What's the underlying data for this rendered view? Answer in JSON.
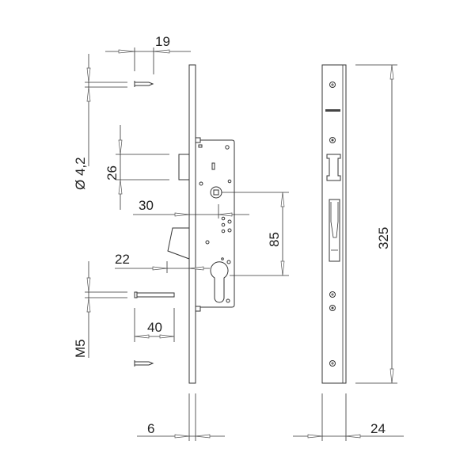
{
  "drawing": {
    "dimensions": {
      "screw_spacing": "19",
      "screw_diameter": "Ø 4,2",
      "latch_height": "26",
      "backset": "30",
      "spindle_to_cylinder": "85",
      "cylinder_backset": "22",
      "bolt_thread": "M5",
      "bolt_length": "40",
      "faceplate_thickness": "6",
      "faceplate_width": "24",
      "faceplate_length": "325"
    },
    "colors": {
      "line": "#333333",
      "background": "#ffffff"
    }
  }
}
